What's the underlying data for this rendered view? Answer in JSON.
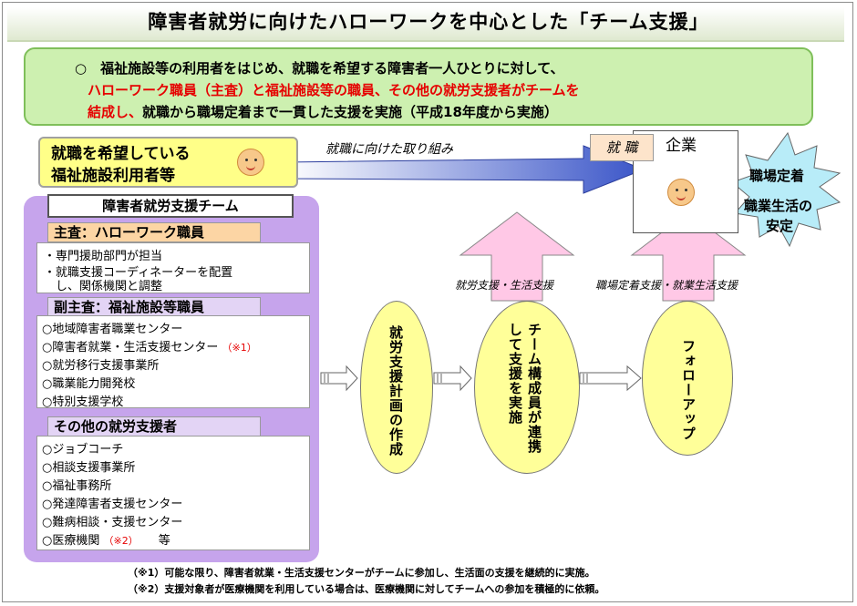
{
  "title": "障害者就労に向けたハローワークを中心とした「チーム支援」",
  "intro": {
    "line1": "○　福祉施設等の利用者をはじめ、就職を希望する障害者一人ひとりに対して、",
    "line2_red": "ハローワーク職員（主査）と福祉施設等の職員、その他の就労支援者がチームを",
    "line3_red": "結成し、",
    "line3_rest": "就職から職場定着まで一貫した支援を実施（平成18年度から実施）"
  },
  "seeker": {
    "line1": "就職を希望している",
    "line2": "福祉施設利用者等"
  },
  "effort_label": "就職に向けた取り組み",
  "job_tag": "就 職",
  "company_label": "企業",
  "outcome": {
    "line1": "職場定着",
    "line2": "職業生活の",
    "line3": "安定"
  },
  "team": {
    "title": "障害者就労支援チーム",
    "main": {
      "head": "主査：ハローワーク職員",
      "items": [
        "・専門援助部門が担当",
        "・就職支援コーディネーターを配置",
        "　し、関係機関と調整"
      ]
    },
    "vice": {
      "head": "副主査：福祉施設等職員",
      "items": [
        "○地域障害者職業センター",
        "○障害者就業・生活支援センター",
        "○就労移行支援事業所",
        "○職業能力開発校",
        "○特別支援学校"
      ],
      "note": "（※1）"
    },
    "other": {
      "head": "その他の就労支援者",
      "items": [
        "○ジョブコーチ",
        "○相談支援事業所",
        "○福祉事務所",
        "○発達障害者支援センター",
        "○難病相談・支援センター",
        "○医療機関"
      ],
      "note": "（※2）",
      "etc": "等"
    }
  },
  "steps": [
    {
      "label": "就労支援計画の作成"
    },
    {
      "label": "チーム構成員が連携して支援を実施"
    },
    {
      "label": "フォローアップ"
    }
  ],
  "up_arrows": [
    {
      "label": "就労支援・生活支援"
    },
    {
      "label": "職場定着支援・就業生活支援"
    }
  ],
  "footnotes": [
    "（※1）可能な限り、障害者就業・生活支援センターがチームに参加し、生活面の支援を継続的に実施。",
    "（※2）支援対象者が医療機関を利用している場合は、医療機関に対してチームへの参加を積極的に依頼。"
  ],
  "colors": {
    "intro_bg": "#cdf0b0",
    "seeker_bg": "#ffff88",
    "team_bg": "#c6a4ec",
    "main_head_bg": "#fcd5a4",
    "vice_head_bg": "#e3d4f5",
    "other_head_bg": "#e3d4f5",
    "oval_bg": "#ffff99",
    "up_arrow": "#ffc8e6",
    "star_bg": "#b8ecf8",
    "accent_red": "#e60000"
  }
}
